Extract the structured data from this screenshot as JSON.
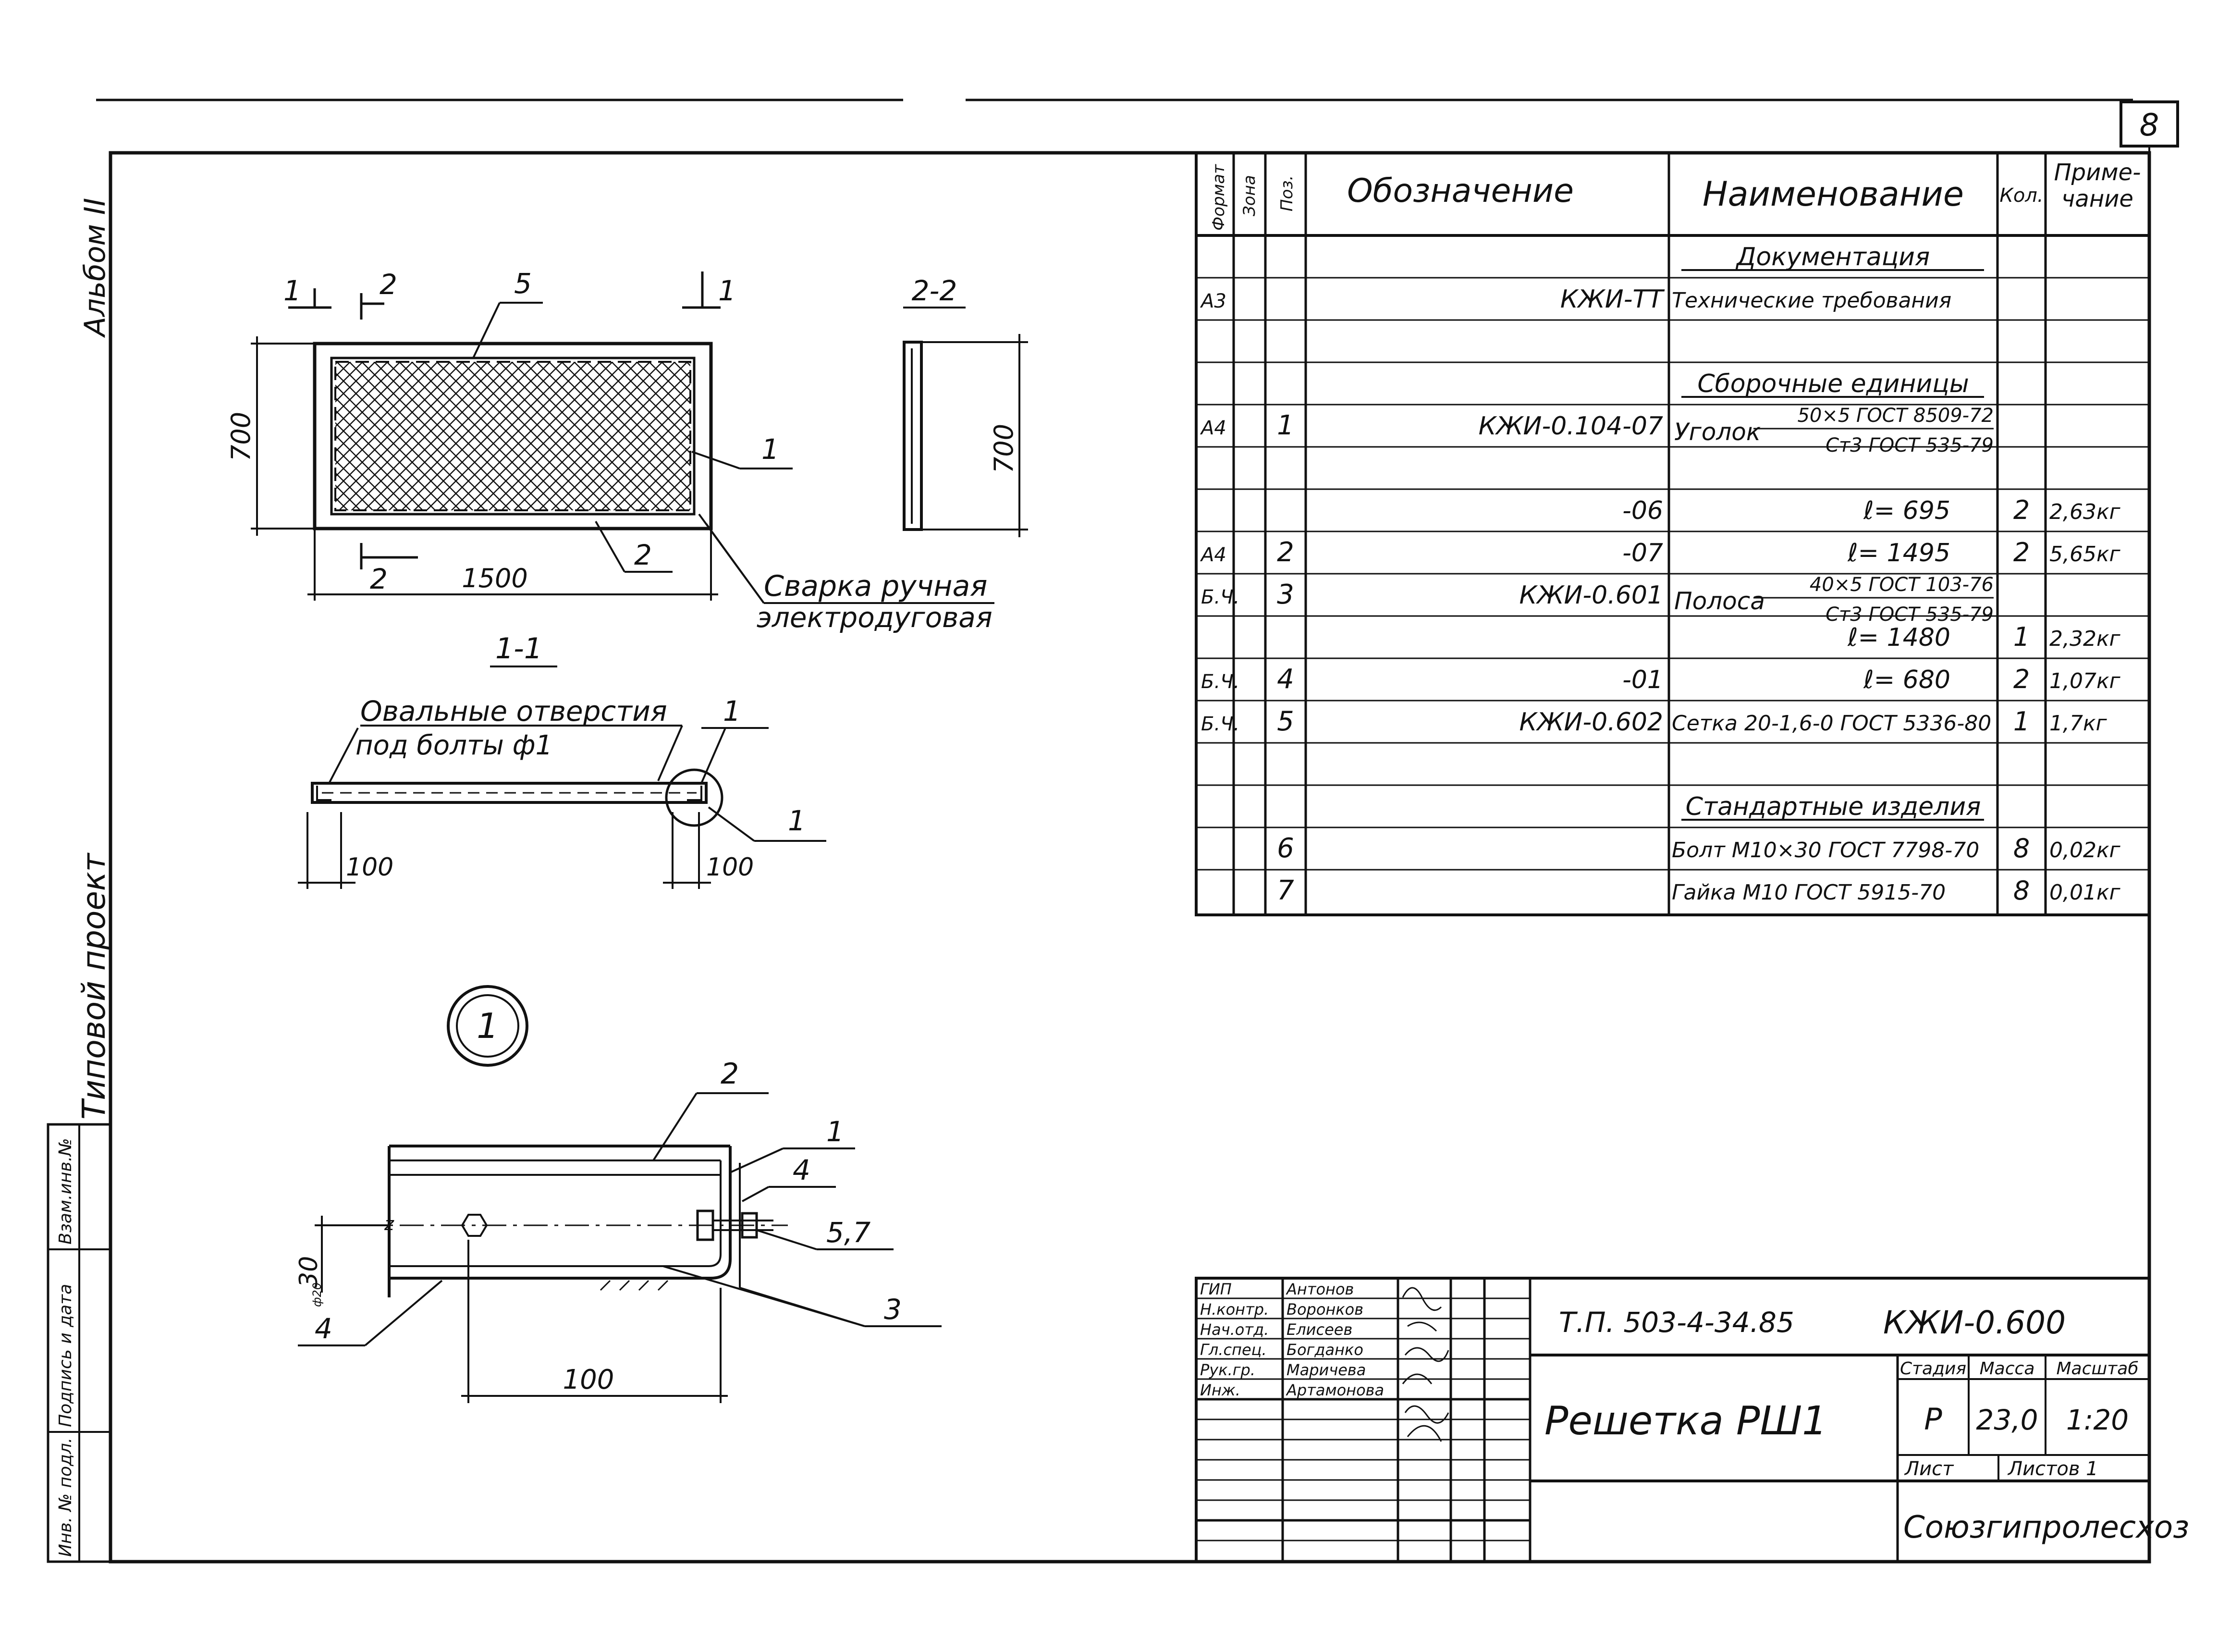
{
  "sheet_number": "8",
  "side_labels": {
    "album": "Альбом II",
    "project": "Типовой проект",
    "inv_podl": "Инв. № подл.",
    "sign_date": "Подпись и дата",
    "vzam": "Взам.инв.№"
  },
  "spec": {
    "headers": {
      "format": "Формат",
      "zone": "Зона",
      "pos": "Поз.",
      "designation": "Обозначение",
      "name": "Наименование",
      "qty": "Кол.",
      "note_1": "Приме-",
      "note_2": "чание"
    },
    "rows": [
      {
        "format": "",
        "pos": "",
        "designation": "",
        "name": "Документация",
        "qty": "",
        "note": "",
        "section": true
      },
      {
        "format": "А3",
        "pos": "",
        "designation": "КЖИ-ТТ",
        "name": "Технические требования",
        "qty": "",
        "note": ""
      },
      {
        "format": "",
        "pos": "",
        "designation": "",
        "name": "",
        "qty": "",
        "note": ""
      },
      {
        "format": "",
        "pos": "",
        "designation": "",
        "name": "Сборочные единицы",
        "qty": "",
        "note": "",
        "section": true
      },
      {
        "format": "А4",
        "pos": "1",
        "designation": "КЖИ-0.104-07",
        "name": "Уголок",
        "frac_top": "50×5 ГОСТ 8509-72",
        "frac_bot": "Ст3 ГОСТ 535-79",
        "qty": "",
        "note": ""
      },
      {
        "format": "",
        "pos": "",
        "designation": "",
        "name": "",
        "qty": "",
        "note": ""
      },
      {
        "format": "",
        "pos": "",
        "designation": "-06",
        "name": "ℓ= 695",
        "qty": "2",
        "note": "2,63кг"
      },
      {
        "format": "А4",
        "pos": "2",
        "designation": "-07",
        "name": "ℓ= 1495",
        "qty": "2",
        "note": "5,65кг"
      },
      {
        "format": "Б.Ч.",
        "pos": "3",
        "designation": "КЖИ-0.601",
        "name": "Полоса",
        "frac_top": "40×5 ГОСТ 103-76",
        "frac_bot": "Ст3 ГОСТ 535-79",
        "qty": "",
        "note": ""
      },
      {
        "format": "",
        "pos": "",
        "designation": "",
        "name": "ℓ= 1480",
        "qty": "1",
        "note": "2,32кг"
      },
      {
        "format": "Б.Ч.",
        "pos": "4",
        "designation": "-01",
        "name": "ℓ= 680",
        "qty": "2",
        "note": "1,07кг"
      },
      {
        "format": "Б.Ч.",
        "pos": "5",
        "designation": "КЖИ-0.602",
        "name": "Сетка 20-1,6-0 ГОСТ 5336-80",
        "qty": "1",
        "note": "1,7кг"
      },
      {
        "format": "",
        "pos": "",
        "designation": "",
        "name": "",
        "qty": "",
        "note": ""
      },
      {
        "format": "",
        "pos": "",
        "designation": "",
        "name": "Стандартные изделия",
        "qty": "",
        "note": "",
        "section": true
      },
      {
        "format": "",
        "pos": "6",
        "designation": "",
        "name": "Болт М10×30 ГОСТ 7798-70",
        "qty": "8",
        "note": "0,02кг"
      },
      {
        "format": "",
        "pos": "7",
        "designation": "",
        "name": "Гайка М10 ГОСТ 5915-70",
        "qty": "8",
        "note": "0,01кг"
      }
    ]
  },
  "views": {
    "top_view": {
      "dim_width": "1500",
      "dim_height": "700",
      "section_1": "1",
      "section_2": "2",
      "pos_5": "5",
      "pos_1": "1",
      "pos_2": "2"
    },
    "weld_note_1": "Сварка ручная",
    "weld_note_2": "электродуговая",
    "section_22": {
      "title": "2-2",
      "dim": "700"
    },
    "section_11": {
      "title": "1-1",
      "note_1": "Овальные отверстия",
      "note_2": "под болты ф1",
      "dim_left": "100",
      "dim_right": "100",
      "pos": "1",
      "node_ref": "1"
    },
    "node_1": {
      "label": "1",
      "pos_2": "2",
      "pos_1": "1",
      "pos_4a": "4",
      "pos_57": "5,7",
      "pos_3": "3",
      "pos_4b": "4",
      "dim_30": "30",
      "dim_100": "100",
      "mark_z": "z",
      "mark_dim": "ф20"
    }
  },
  "title_block": {
    "staff": [
      {
        "role": "ГИП",
        "name": "Антонов"
      },
      {
        "role": "Н.контр.",
        "name": "Воронков"
      },
      {
        "role": "Нач.отд.",
        "name": "Елисеев"
      },
      {
        "role": "Гл.спец.",
        "name": "Богданко"
      },
      {
        "role": "Рук.гр.",
        "name": "Маричева"
      },
      {
        "role": "Инж.",
        "name": "Артамонова"
      }
    ],
    "project_code": "Т.П. 503-4-34.85",
    "doc_code": "КЖИ-0.600",
    "product": "Решетка РШ1",
    "stage_label": "Стадия",
    "mass_label": "Масса",
    "scale_label": "Масштаб",
    "stage": "Р",
    "mass": "23,0",
    "scale": "1:20",
    "sheet_label": "Лист",
    "sheets_label": "Листов 1",
    "organization": "Союзгипролесхоз"
  }
}
